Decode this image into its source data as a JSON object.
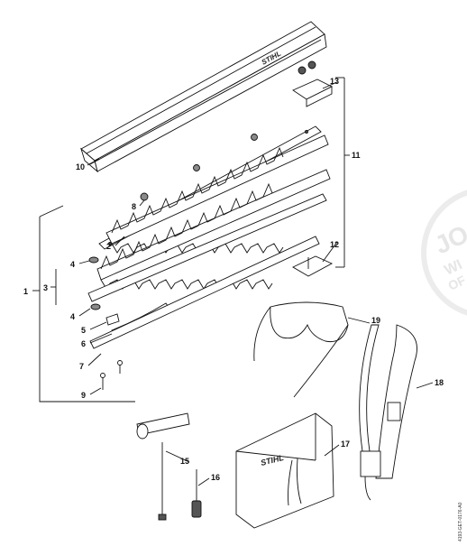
{
  "diagram": {
    "callouts": [
      {
        "id": "c1",
        "text": "1"
      },
      {
        "id": "c2",
        "text": "2"
      },
      {
        "id": "c3",
        "text": "3"
      },
      {
        "id": "c4a",
        "text": "4"
      },
      {
        "id": "c4b",
        "text": "4"
      },
      {
        "id": "c5",
        "text": "5"
      },
      {
        "id": "c6",
        "text": "6"
      },
      {
        "id": "c7",
        "text": "7"
      },
      {
        "id": "c8",
        "text": "8"
      },
      {
        "id": "c9",
        "text": "9"
      },
      {
        "id": "c10",
        "text": "10"
      },
      {
        "id": "c11",
        "text": "11"
      },
      {
        "id": "c12",
        "text": "12"
      },
      {
        "id": "c13",
        "text": "13"
      },
      {
        "id": "c15",
        "text": "15"
      },
      {
        "id": "c16",
        "text": "16"
      },
      {
        "id": "c17",
        "text": "17"
      },
      {
        "id": "c18",
        "text": "18"
      },
      {
        "id": "c19",
        "text": "19"
      }
    ],
    "brand_on_guard": "STIHL",
    "brand_on_pouch": "STIHL",
    "doc_number": "4193-GET-0176-A0",
    "watermark_text": [
      "JO",
      "WI",
      "OF"
    ]
  },
  "colors": {
    "line": "#111111",
    "part_gray": "#8a8a8a",
    "watermark": "#e6e6e6"
  }
}
